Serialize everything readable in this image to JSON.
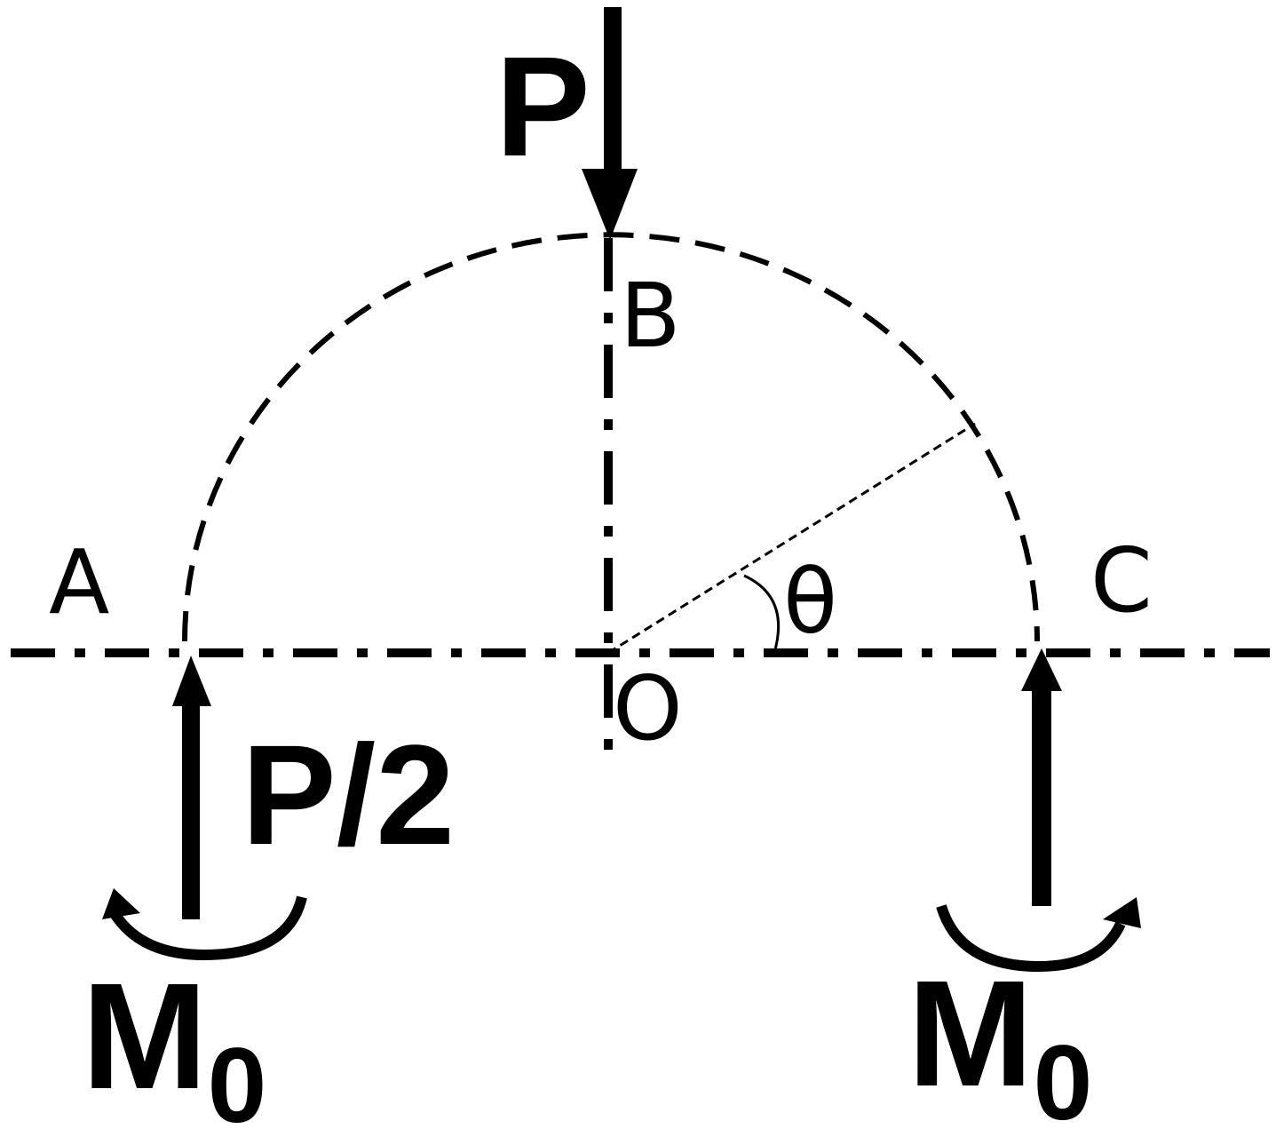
{
  "labels": {
    "point_a": "A",
    "point_b": "B",
    "point_c": "C",
    "point_o": "O",
    "angle": "θ"
  },
  "loads": {
    "top_force": "P",
    "left_reaction": "P/2",
    "left_moment": "M",
    "left_moment_sub": "0",
    "right_moment": "M",
    "right_moment_sub": "0"
  },
  "colors": {
    "ink": "#000000",
    "background": "#ffffff"
  }
}
